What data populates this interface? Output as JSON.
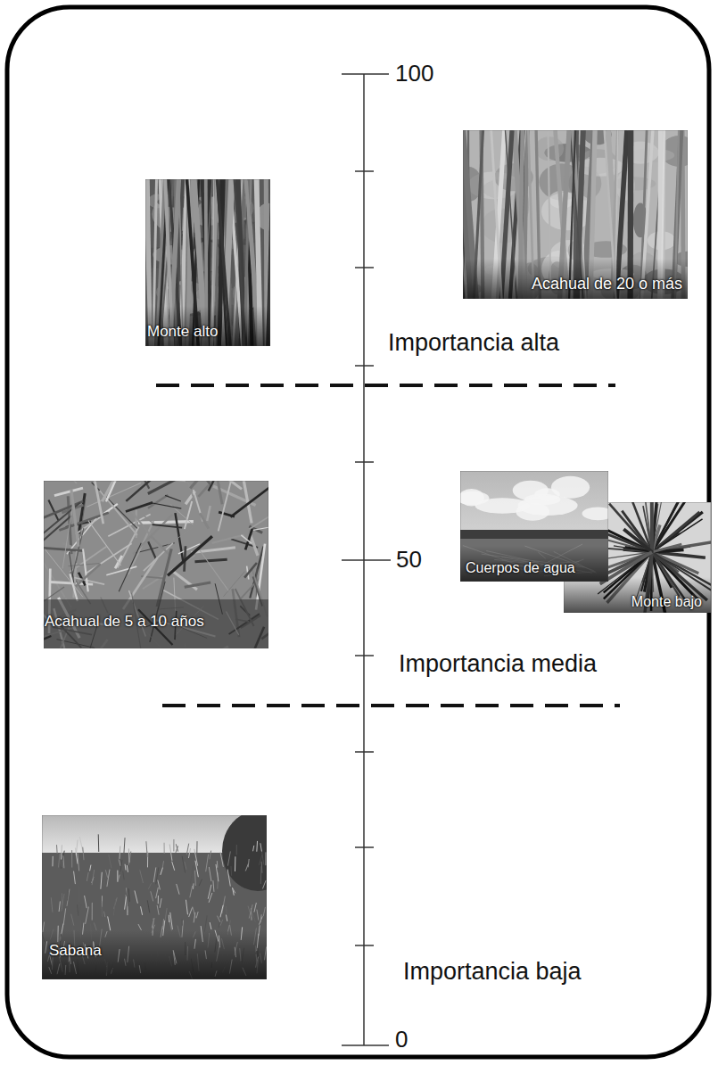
{
  "diagram": {
    "nodes": [
      {
        "text": [
          "Monte alto"
        ]
      },
      {
        "text": [
          "Acahual de 20 o más"
        ]
      },
      {
        "text": [
          "Acahual de 5 a 10 años"
        ]
      },
      {
        "text": [
          "Cuerpos de agua"
        ]
      },
      {
        "text": [
          "Monte bajo"
        ]
      },
      {
        "text": [
          "Sabana"
        ]
      }
    ],
    "labels": [
      "100",
      "50",
      "0",
      "Importancia alta",
      "Importancia media",
      "Importancia baja"
    ]
  }
}
